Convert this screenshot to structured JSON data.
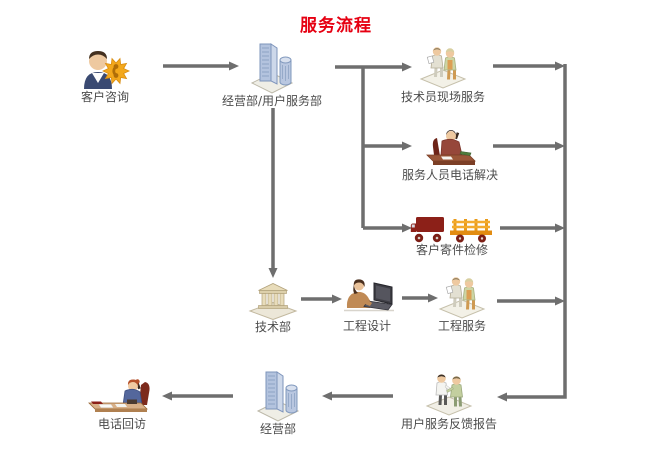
{
  "title": {
    "text": "服务流程",
    "color": "#e60012"
  },
  "colors": {
    "arrow": "#6e6e6e",
    "label": "#4c4c4c",
    "background": "#ffffff"
  },
  "nodes": {
    "customer_inquiry": {
      "label": "客户咨询",
      "icon": "person-phone-burst-icon"
    },
    "business_user_service_dept": {
      "label": "经营部/用户服务部",
      "icon": "office-buildings-icon"
    },
    "onsite_service": {
      "label": "技术员现场服务",
      "icon": "two-technicians-icon"
    },
    "phone_resolution": {
      "label": "服务人员电话解决",
      "icon": "person-at-desk-phone-icon"
    },
    "mail_in_repair": {
      "label": "客户寄件检修",
      "icon": "delivery-truck-icon"
    },
    "technical_dept": {
      "label": "技术部",
      "icon": "classical-building-icon"
    },
    "engineering_design": {
      "label": "工程设计",
      "icon": "person-at-laptop-icon"
    },
    "engineering_service": {
      "label": "工程服务",
      "icon": "two-technicians-icon"
    },
    "feedback_report": {
      "label": "用户服务反馈报告",
      "icon": "handshake-people-icon"
    },
    "business_dept": {
      "label": "经营部",
      "icon": "office-buildings-icon"
    },
    "phone_followup": {
      "label": "电话回访",
      "icon": "person-at-desk-callback-icon"
    }
  },
  "edges": [
    {
      "from": "customer_inquiry",
      "to": "business_user_service_dept"
    },
    {
      "from": "business_user_service_dept",
      "to": "onsite_service"
    },
    {
      "from": "business_user_service_dept",
      "to": "phone_resolution"
    },
    {
      "from": "business_user_service_dept",
      "to": "mail_in_repair"
    },
    {
      "from": "business_user_service_dept",
      "to": "technical_dept"
    },
    {
      "from": "technical_dept",
      "to": "engineering_design"
    },
    {
      "from": "engineering_design",
      "to": "engineering_service"
    },
    {
      "from": "onsite_service",
      "to": "feedback_report"
    },
    {
      "from": "phone_resolution",
      "to": "feedback_report"
    },
    {
      "from": "mail_in_repair",
      "to": "feedback_report"
    },
    {
      "from": "engineering_service",
      "to": "feedback_report"
    },
    {
      "from": "feedback_report",
      "to": "business_dept"
    },
    {
      "from": "business_dept",
      "to": "phone_followup"
    }
  ]
}
